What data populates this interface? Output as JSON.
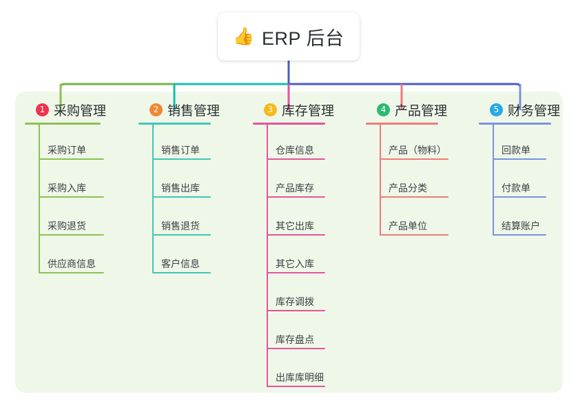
{
  "root": {
    "icon": "thumbs-up-icon",
    "icon_glyph": "👍",
    "title": "ERP 后台"
  },
  "colors": {
    "panel_bg": "#eff7e9",
    "root_line": "#4a5bc4",
    "bar_left": "#74b243",
    "bar_mid": "#12bfae",
    "bar_right": "#4a5bc4",
    "col1": "#8cc152",
    "col2": "#3fc7b4",
    "col3": "#e8529a",
    "col4": "#f07a78",
    "col5": "#7a92de",
    "badge1": "#f0334d",
    "badge2": "#f08733",
    "badge3": "#f5b91d",
    "badge4": "#2eb872",
    "badge5": "#27a9e3"
  },
  "columns": [
    {
      "number": "1",
      "title": "采购管理",
      "badge_color": "#f0334d",
      "line_color": "#8cc152",
      "items": [
        {
          "label": "采购订单"
        },
        {
          "label": "采购入库"
        },
        {
          "label": "采购退货"
        },
        {
          "label": "供应商信息"
        }
      ]
    },
    {
      "number": "2",
      "title": "销售管理",
      "badge_color": "#f08733",
      "line_color": "#3fc7b4",
      "items": [
        {
          "label": "销售订单"
        },
        {
          "label": "销售出库"
        },
        {
          "label": "销售退货"
        },
        {
          "label": "客户信息"
        }
      ]
    },
    {
      "number": "3",
      "title": "库存管理",
      "badge_color": "#f5b91d",
      "line_color": "#e8529a",
      "items": [
        {
          "label": "仓库信息"
        },
        {
          "label": "产品库存"
        },
        {
          "label": "其它出库"
        },
        {
          "label": "其它入库"
        },
        {
          "label": "库存调拨"
        },
        {
          "label": "库存盘点"
        },
        {
          "label": "出库库明细"
        }
      ]
    },
    {
      "number": "4",
      "title": "产品管理",
      "badge_color": "#2eb872",
      "line_color": "#f07a78",
      "items": [
        {
          "label": "产品（物料）"
        },
        {
          "label": "产品分类"
        },
        {
          "label": "产品单位"
        }
      ]
    },
    {
      "number": "5",
      "title": "财务管理",
      "badge_color": "#27a9e3",
      "line_color": "#7a92de",
      "items": [
        {
          "label": "回款单"
        },
        {
          "label": "付款单"
        },
        {
          "label": "结算账户"
        }
      ]
    }
  ]
}
